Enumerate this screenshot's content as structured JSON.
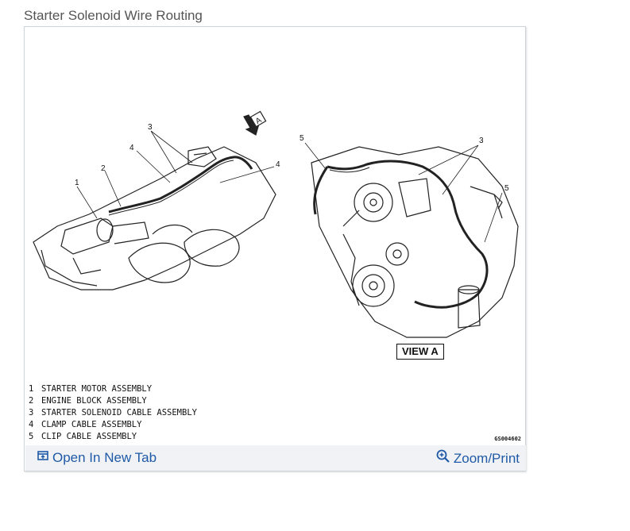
{
  "page": {
    "title": "Starter Solenoid Wire Routing"
  },
  "diagram": {
    "left_callouts": [
      "1",
      "2",
      "3",
      "4",
      "4"
    ],
    "right_callouts": [
      "5",
      "3",
      "5"
    ],
    "view_marker": "A",
    "view_label": "VIEW A",
    "code": "GS004602",
    "legend": [
      {
        "num": "1",
        "text": "STARTER MOTOR ASSEMBLY"
      },
      {
        "num": "2",
        "text": "ENGINE BLOCK ASSEMBLY"
      },
      {
        "num": "3",
        "text": "STARTER SOLENOID CABLE ASSEMBLY"
      },
      {
        "num": "4",
        "text": "CLAMP CABLE ASSEMBLY"
      },
      {
        "num": "5",
        "text": "CLIP CABLE ASSEMBLY"
      }
    ]
  },
  "toolbar": {
    "open_label": "Open In New Tab",
    "open_icon": "open-new-tab-icon",
    "zoom_label": "Zoom/Print",
    "zoom_icon": "magnifier-plus-icon",
    "link_color": "#1f5aa6"
  }
}
